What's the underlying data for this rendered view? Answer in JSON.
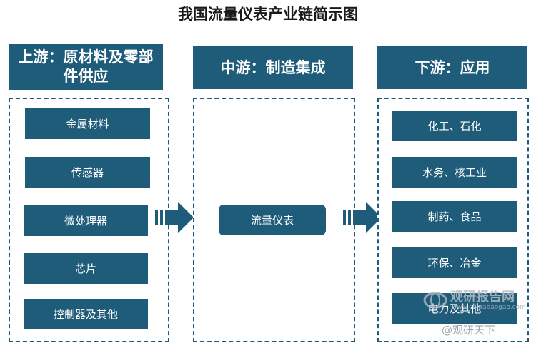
{
  "title": "我国流量仪表产业链简示图",
  "upstream": {
    "header": "上游：原材料及零部件供应",
    "items": [
      "金属材料",
      "传感器",
      "微处理器",
      "芯片",
      "控制器及其他"
    ]
  },
  "midstream": {
    "header": "中游：制造集成",
    "item": "流量仪表"
  },
  "downstream": {
    "header": "下游：应用",
    "items": [
      "化工、石化",
      "水务、核工业",
      "制药、食品",
      "环保、冶金",
      "电力及其他"
    ]
  },
  "watermark": {
    "logo_text": "观研报告网",
    "url": "www.chinabaogao.com",
    "footer": "@观研天下"
  },
  "colors": {
    "primary": "#1f5c7a",
    "background": "#ffffff",
    "text_light": "#ffffff"
  }
}
